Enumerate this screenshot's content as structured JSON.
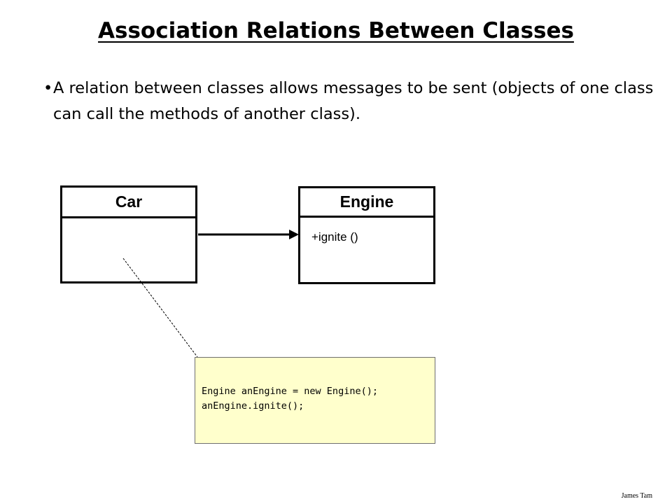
{
  "slide": {
    "title": "Association Relations Between Classes",
    "bullet_marker": "•",
    "bullet_text": "A relation between classes allows messages to be sent (objects of one class can call the methods of another class).",
    "author": "James Tam"
  },
  "diagram": {
    "classes": [
      {
        "name": "Car",
        "methods": []
      },
      {
        "name": "Engine",
        "methods": [
          "+ignite ()"
        ]
      }
    ],
    "association": {
      "from": "Car",
      "to": "Engine",
      "arrow": "open-ended"
    },
    "note": {
      "attached_to": "Car",
      "code": "Engine anEngine = new Engine();\nanEngine.ignite();"
    }
  },
  "colors": {
    "note_fill": "#ffffcc",
    "lines": "#000000"
  }
}
